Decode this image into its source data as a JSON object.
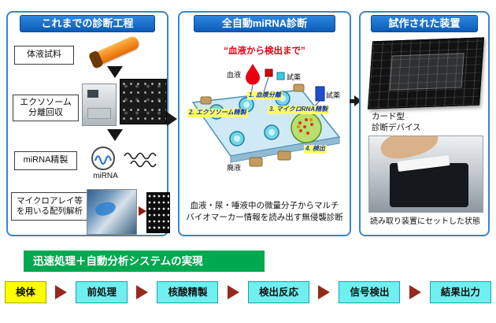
{
  "colors": {
    "panel_border_blue": "#3a86c8",
    "header_blue": "#0a5cb8",
    "banner_green": "#00a94f",
    "subtitle_red": "#e60012",
    "flow_yellow": "#ffff00",
    "flow_cyan": "#6ff0f0",
    "flow_arrow_red": "#96281e",
    "chip_step_highlight": "#ffff66",
    "chip_step_text_blue": "#1133bb"
  },
  "left_panel": {
    "title": "これまでの診断工程",
    "steps": [
      "体液試料",
      "エクソソーム\n分離回収",
      "miRNA精製",
      "マイクロアレイ等\nを用いる配列解析"
    ],
    "mirna_label": "miRNA"
  },
  "center_panel": {
    "title": "全自動miRNA診断",
    "subtitle": "“血液から検出まで”",
    "chip_labels": {
      "blood": "血液",
      "reagent_top": "試薬",
      "reagent_right": "試薬",
      "step1": "1. 血漿分離",
      "step2": "2. エクソソーム精製",
      "step3": "3. マイクロRNA精製",
      "step4": "4. 検出",
      "waste": "廃液"
    },
    "caption": "血液・尿・唾液中の微量分子からマルチ\nバイオマーカー情報を読み出す無侵襲診断"
  },
  "right_panel": {
    "title": "試作された装置",
    "card_caption": "カード型\n診断デバイス",
    "reader_caption": "読み取り装置にセットした状態"
  },
  "bottom": {
    "banner": "迅速処理＋自動分析システムの実現",
    "flow": [
      "検体",
      "前処理",
      "核酸精製",
      "検出反応",
      "信号検出",
      "結果出力"
    ]
  }
}
